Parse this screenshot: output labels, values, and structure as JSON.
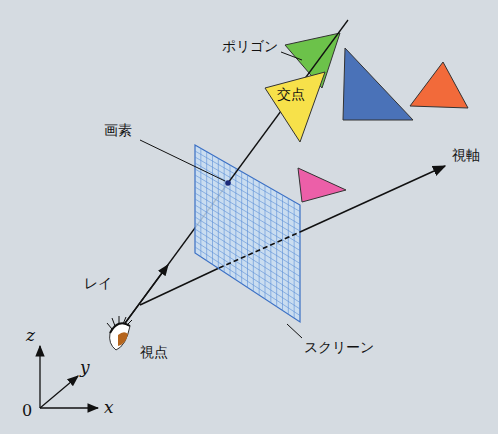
{
  "diagram": {
    "nodes": [
      {
        "text": [
          "交点"
        ]
      }
    ],
    "labels": [
      "ポリゴン",
      "画素",
      "視軸",
      "レイ",
      "視点",
      "スクリーン",
      "z",
      "y",
      "x",
      "0"
    ]
  }
}
